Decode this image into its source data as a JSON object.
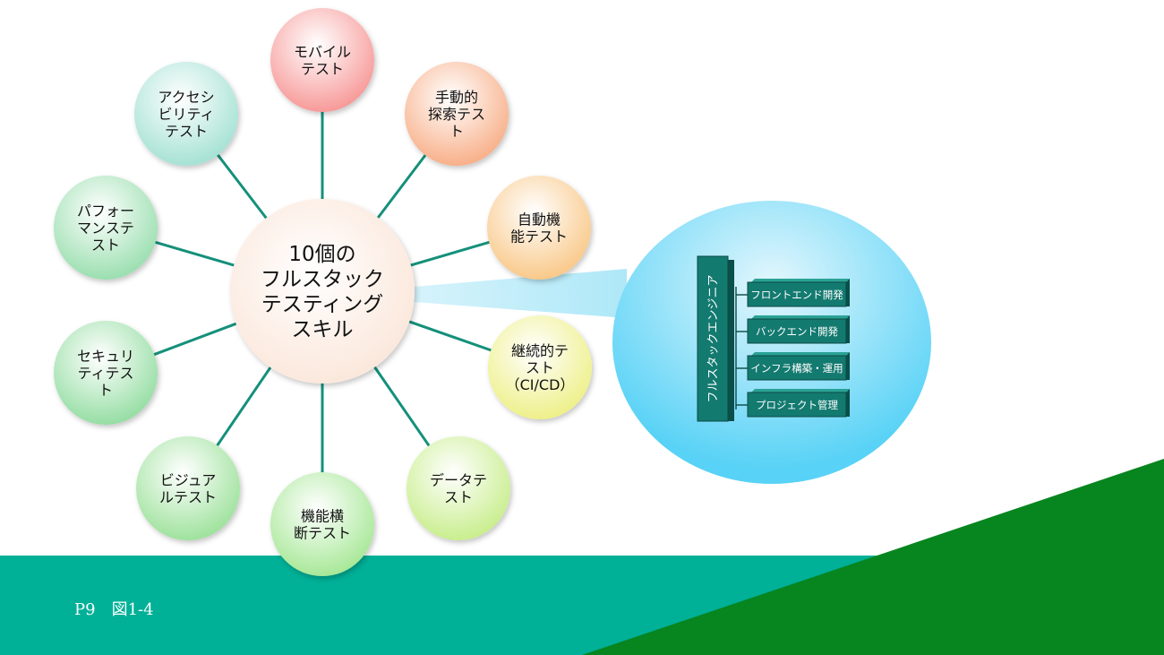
{
  "center": {
    "lines": [
      "10個の",
      "フルスタック",
      "テスティング",
      "スキル"
    ]
  },
  "skills": [
    {
      "lines": [
        "モバイル",
        "テスト"
      ],
      "color": "#f79a99"
    },
    {
      "lines": [
        "手動的",
        "探索テス",
        "ト"
      ],
      "color": "#f8b08a"
    },
    {
      "lines": [
        "自動機",
        "能テスト"
      ],
      "color": "#f9c98a"
    },
    {
      "lines": [
        "継続的テ",
        "スト",
        "（CI/CD）"
      ],
      "color": "#eef08a"
    },
    {
      "lines": [
        "データテ",
        "スト"
      ],
      "color": "#c9ee8e"
    },
    {
      "lines": [
        "機能横",
        "断テスト"
      ],
      "color": "#a8e898"
    },
    {
      "lines": [
        "ビジュア",
        "ルテスト"
      ],
      "color": "#9fe29d"
    },
    {
      "lines": [
        "セキュリ",
        "ティテス",
        "ト"
      ],
      "color": "#96dea4"
    },
    {
      "lines": [
        "パフォー",
        "マンステ",
        "スト"
      ],
      "color": "#9bdfb0"
    },
    {
      "lines": [
        "アクセシ",
        "ビリティ",
        "テスト"
      ],
      "color": "#a6e2d4"
    }
  ],
  "engineer": {
    "title": "フルスタックエンジニア",
    "roles": [
      "フロントエンド開発",
      "バックエンド開発",
      "インフラ構築・運用",
      "プロジェクト管理"
    ]
  },
  "colors": {
    "connector": "#14907a",
    "footer": "#00b097",
    "footer_accent": "#07851f"
  },
  "caption": "P9　図1-4"
}
